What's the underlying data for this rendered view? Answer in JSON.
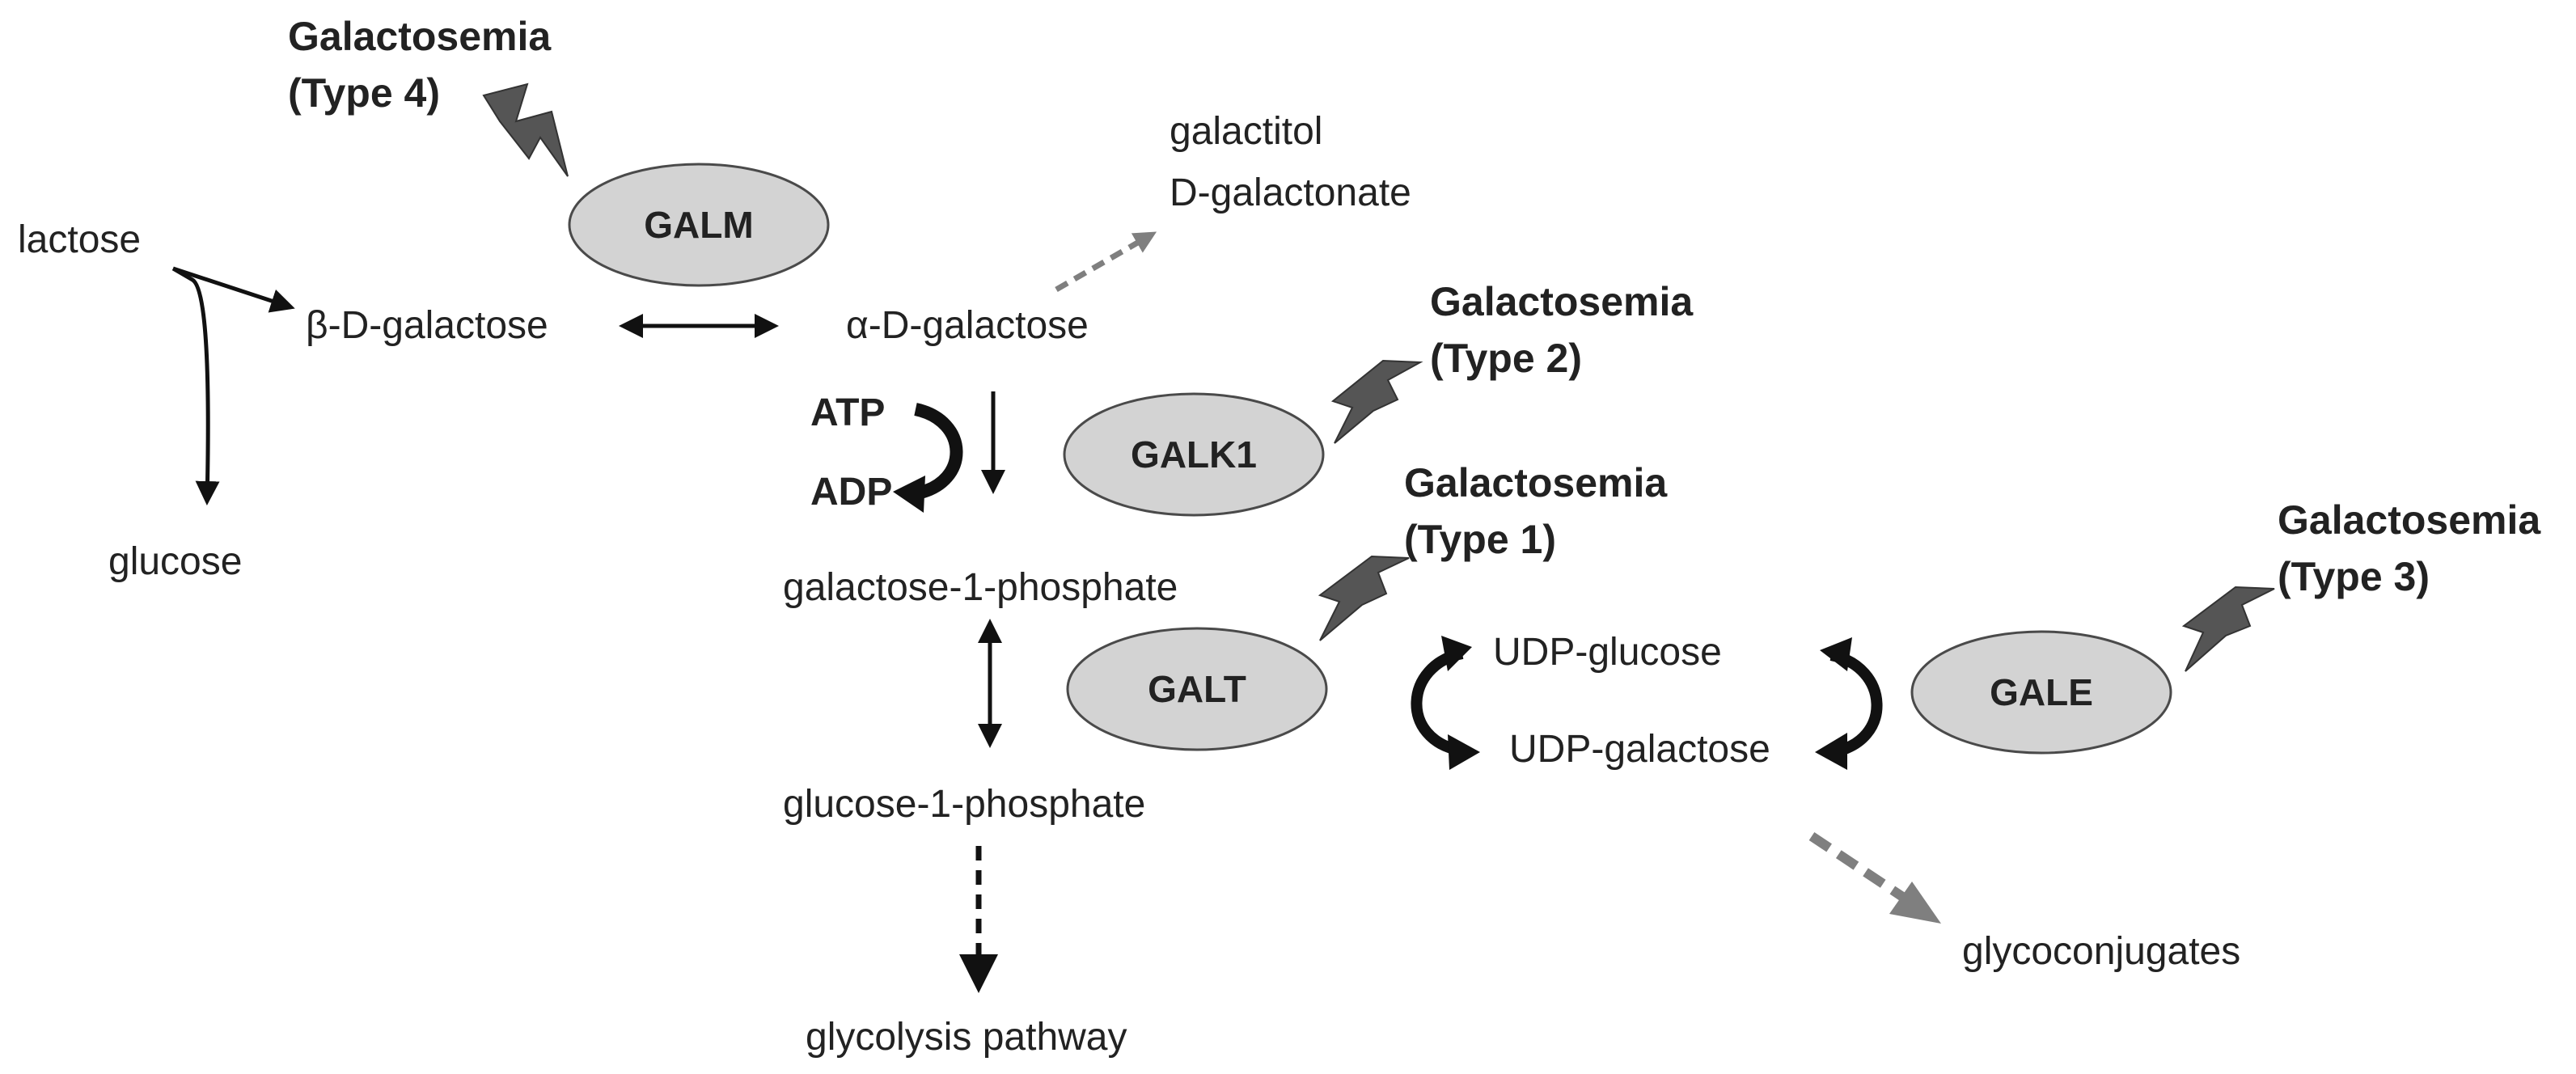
{
  "diseases": {
    "type4": {
      "line1": "Galactosemia",
      "line2": "(Type 4)"
    },
    "type2": {
      "line1": "Galactosemia",
      "line2": "(Type 2)"
    },
    "type1": {
      "line1": "Galactosemia",
      "line2": "(Type 1)"
    },
    "type3": {
      "line1": "Galactosemia",
      "line2": "(Type 3)"
    }
  },
  "enzymes": {
    "galm": "GALM",
    "galk1": "GALK1",
    "galt": "GALT",
    "gale": "GALE"
  },
  "metabolites": {
    "lactose": "lactose",
    "glucose": "glucose",
    "beta_d_galactose": "β-D-galactose",
    "alpha_d_galactose": "α-D-galactose",
    "galactitol": "galactitol",
    "d_galactonate": "D-galactonate",
    "galactose_1_phosphate": "galactose-1-phosphate",
    "glucose_1_phosphate": "glucose-1-phosphate",
    "glycolysis_pathway": "glycolysis pathway",
    "udp_glucose": "UDP-glucose",
    "udp_galactose": "UDP-galactose",
    "glycoconjugates": "glycoconjugates"
  },
  "cofactors": {
    "atp": "ATP",
    "adp": "ADP"
  },
  "colors": {
    "enzyme_fill": "#d3d3d3",
    "enzyme_stroke": "#4a4a4a",
    "arrow": "#111111",
    "dashed_gray": "#7f7f7f",
    "bolt": "#555555"
  }
}
